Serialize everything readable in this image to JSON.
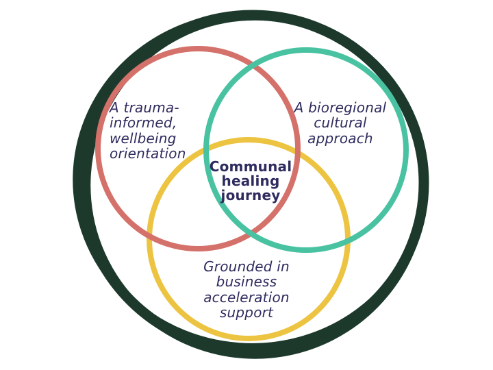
{
  "colors": {
    "background": "#ffffff",
    "ring": "#1d392c",
    "trauma": "#d4716a",
    "bioregional": "#49c2a2",
    "business": "#ecc441",
    "ink": "#2e2b5e"
  },
  "diagram": {
    "type": "venn",
    "center_label": "Communal\nhealing\njourney",
    "circles": [
      {
        "name": "trauma",
        "label": "A trauma-\ninformed,\nwellbeing\norientation",
        "color": "#d4716a"
      },
      {
        "name": "bioregional",
        "label": "A bioregional\ncultural\napproach",
        "color": "#49c2a2"
      },
      {
        "name": "business",
        "label": "Grounded in\nbusiness\nacceleration\nsupport",
        "color": "#ecc441"
      }
    ]
  }
}
